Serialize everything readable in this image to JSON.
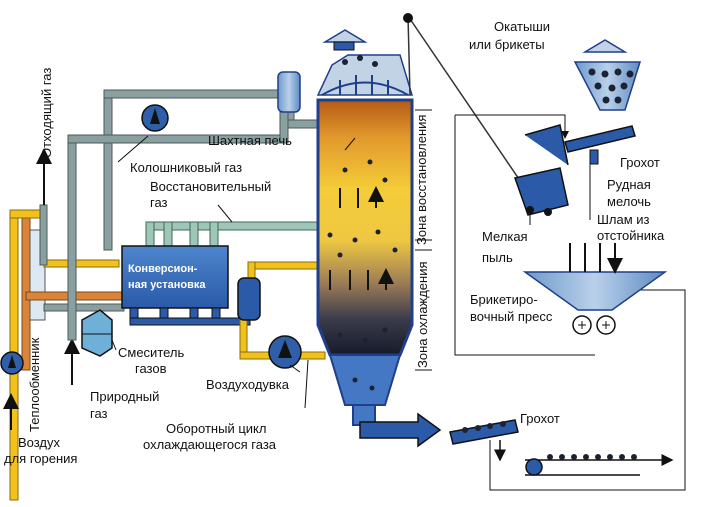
{
  "labels": {
    "off_gas": "Отходящий газ",
    "pellets_line1": "Окатыши",
    "pellets_line2": "или брикеты",
    "shaft_furnace": "Шахтная печь",
    "top_gas": "Колошниковый газ",
    "reducing_gas_line1": "Восстановительный",
    "reducing_gas_line2": "газ",
    "screen_top": "Грохот",
    "ore_fines_line1": "Рудная",
    "ore_fines_line2": "мелочь",
    "sludge_line1": "Шлам из",
    "sludge_line2": "отстойника",
    "fine_dust_line1": "Мелкая",
    "fine_dust_line2": "пыль",
    "briquetting_line1": "Брикетиро-",
    "briquetting_line2": "вочный пресс",
    "reduction_zone": "Зона восстановления",
    "cooling_zone": "Зона охлаждения",
    "conversion_line1": "Конверсион-",
    "conversion_line2": "ная установка",
    "gas_mixer_line1": "Смеситель",
    "gas_mixer_line2": "газов",
    "blower": "Воздуходувка",
    "natural_gas_line1": "Природный",
    "natural_gas_line2": "газ",
    "recycle_line1": "Оборотный цикл",
    "recycle_line2": "охлаждающегося газа",
    "screen_bottom": "Грохот",
    "heat_exchanger": "Теплообменник",
    "air_line1": "Воздух",
    "air_line2": "для горения"
  },
  "colors": {
    "pipe_gray": "#8a9f9f",
    "pipe_yellow": "#f2c21b",
    "pipe_orange": "#d9843a",
    "steel_blue": "#3b6fb8",
    "dark_blue": "#1f3f8a",
    "furnace_orange": "#c66d1d",
    "furnace_yellow": "#f2c93a",
    "furnace_brown": "#5a4a3f",
    "furnace_dark": "#1d2233"
  }
}
